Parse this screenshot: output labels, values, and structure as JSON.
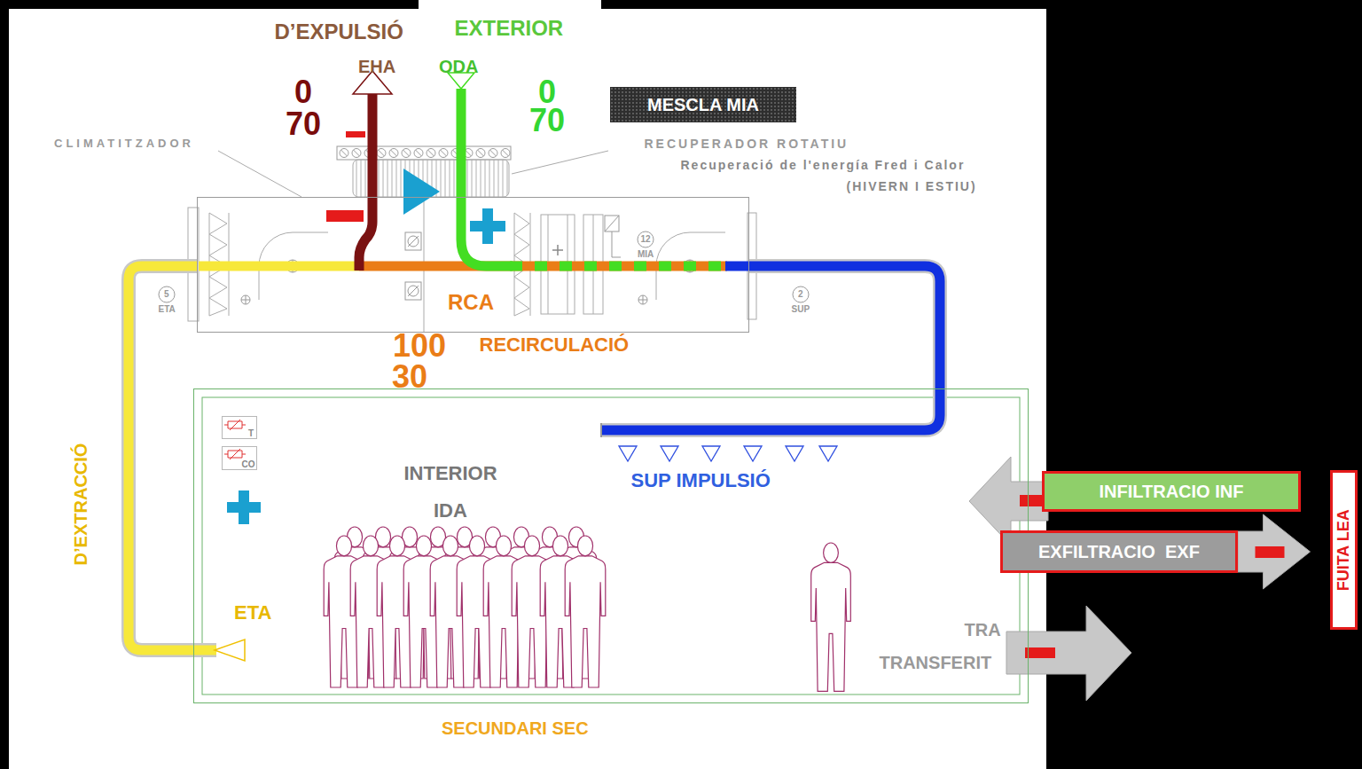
{
  "diagram": {
    "nodes": [
      {
        "text": [
          "RCA"
        ]
      },
      {
        "text": [
          "MESCLA MIA"
        ]
      },
      {
        "text": [
          "INTERIOR",
          "IDA",
          "SECUNDARI SEC"
        ]
      },
      {
        "text": [
          "T"
        ],
        "in": 2
      },
      {
        "text": [
          "CO"
        ],
        "in": 2
      },
      {
        "text": [
          "INFILTRACIO INF"
        ]
      },
      {
        "text": [
          "EXFILTRACIO  EXF"
        ]
      },
      {
        "text": [
          "FUITA LEA"
        ]
      }
    ],
    "edges": [
      {
        "from": 2,
        "to": 0,
        "arrow": "none"
      },
      {
        "from": 0,
        "to": 2,
        "arrow": "none"
      },
      {
        "from": 6,
        "to": 7,
        "arrow": "to"
      }
    ],
    "labels": [
      "D’EXPULSIÓ",
      "EXTERIOR",
      "EHA",
      "ODA",
      "0",
      "70",
      "0",
      "70",
      "CLIMATITZADOR",
      "RECUPERADOR ROTATIU",
      "Recuperació de l'energía Fred i Calor",
      "(HIVERN I ESTIU)",
      "12",
      "MIA",
      "5",
      "ETA",
      "2",
      "SUP",
      "100",
      "30",
      "RECIRCULACIÓ",
      "D’EXTRACCIÓ",
      "SUP IMPULSIÓ",
      "ETA",
      "TRA",
      "TRANSFERIT"
    ]
  }
}
